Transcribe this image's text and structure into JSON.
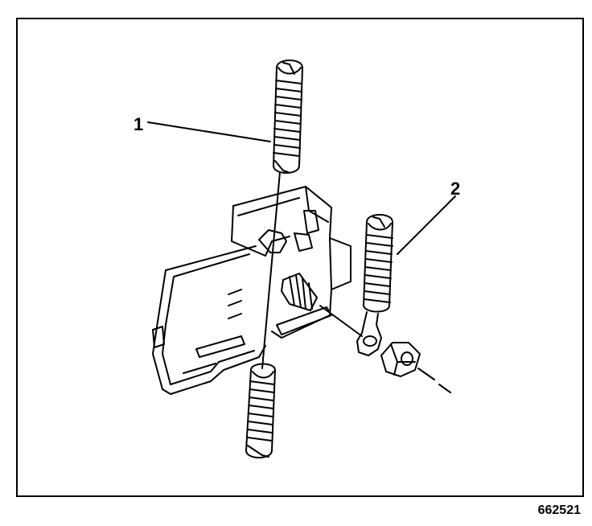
{
  "callouts": {
    "one": "1",
    "two": "2"
  },
  "figure_id": "662521",
  "colors": {
    "line": "#000000",
    "background": "#ffffff"
  }
}
